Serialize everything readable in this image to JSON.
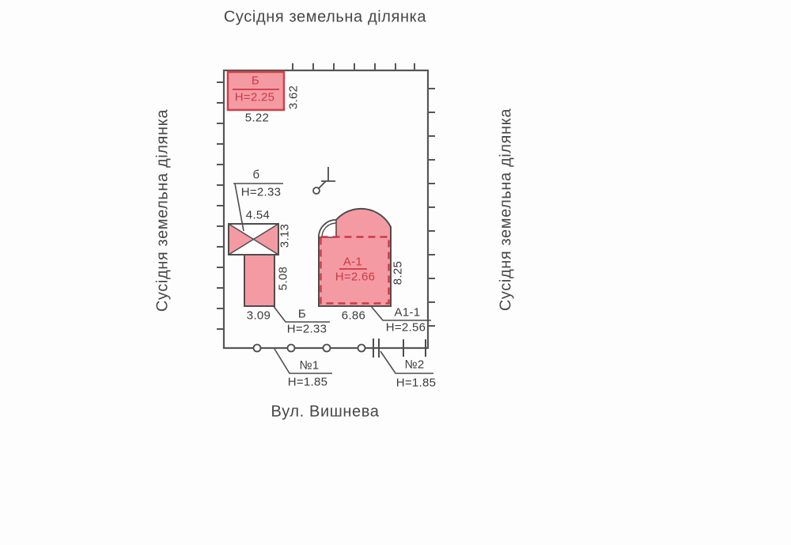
{
  "neighbors": {
    "top": "Сусідня земельна ділянка",
    "left": "Сусідня земельна ділянка",
    "right": "Сусідня земельна ділянка"
  },
  "street": {
    "name": "Вул. Вишнева"
  },
  "buildings": {
    "shed_top": {
      "label": "Б",
      "height": "H=2.25",
      "dim_width": "5.22",
      "dim_depth": "3.62"
    },
    "shed_small": {
      "label": "б",
      "height": "H=2.33",
      "dim_width": "4.54",
      "dim_depth": "3.13"
    },
    "shed_lower": {
      "label": "Б",
      "height": "H=2.33",
      "dim_width": "3.09",
      "dim_depth": "5.08"
    },
    "house": {
      "label": "А-1",
      "height": "H=2.66",
      "dim_width": "6.86",
      "dim_depth": "8.25"
    },
    "annex": {
      "label": "А1-1",
      "height": "H=2.56"
    }
  },
  "fences": {
    "fence1": {
      "label": "№1",
      "height": "H=1.85"
    },
    "fence2": {
      "label": "№2",
      "height": "H=1.85"
    }
  },
  "colors": {
    "building_fill": "#f49aa3",
    "accent_red": "#cc3a43",
    "ink": "#4d4d4d",
    "text": "#3b3b3b"
  }
}
